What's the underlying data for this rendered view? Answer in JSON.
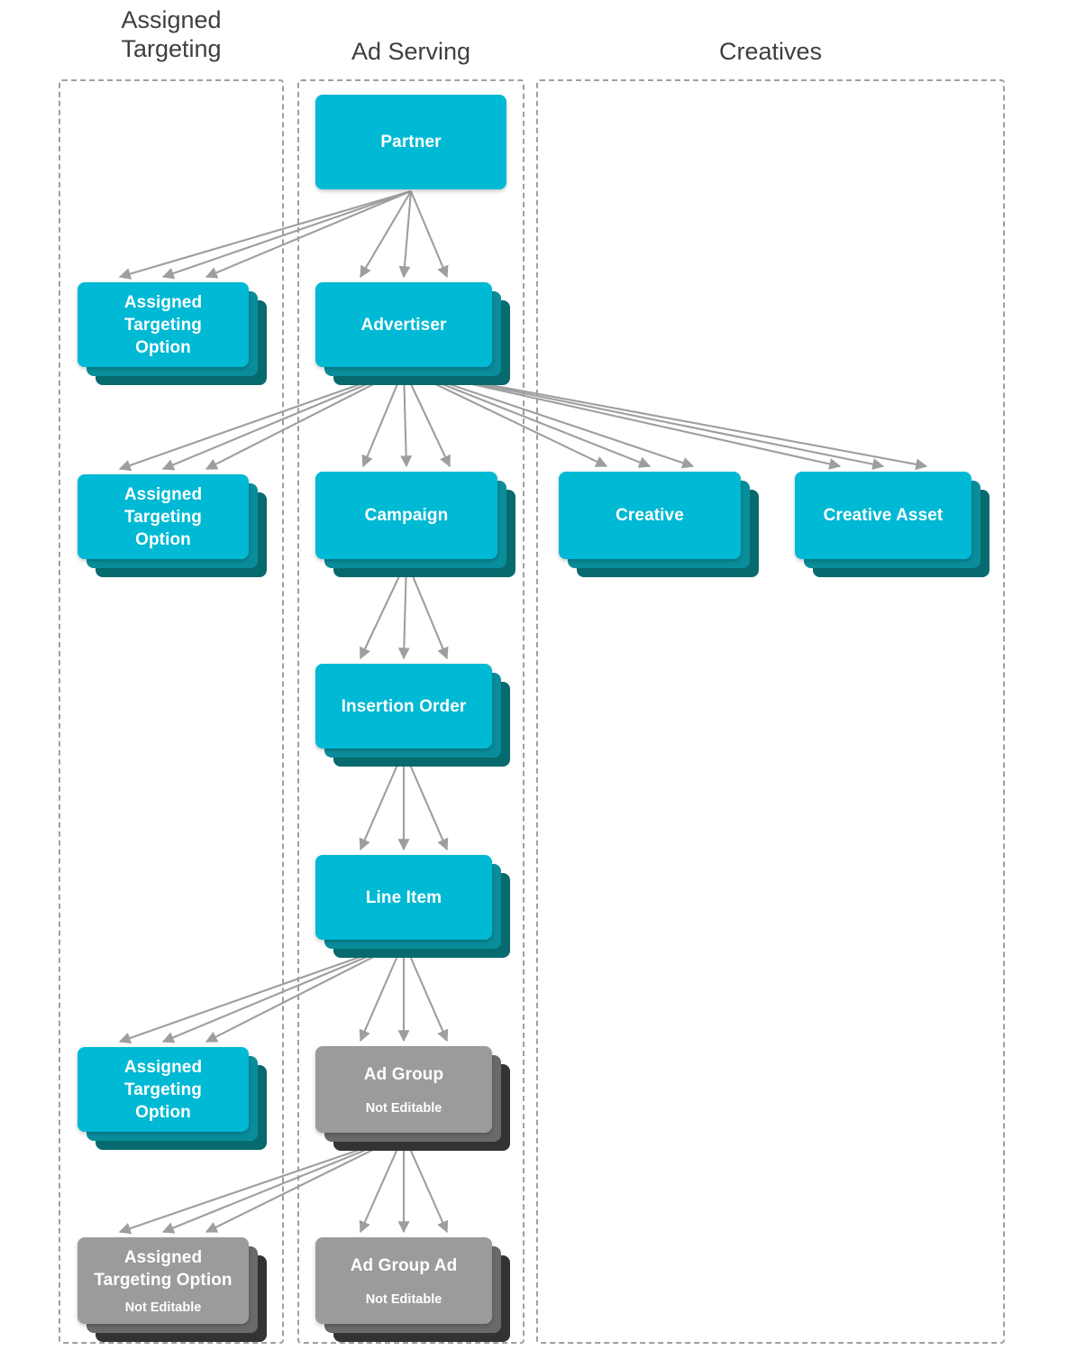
{
  "diagram": {
    "title_color": "#3c4043",
    "accent_cyan": "#00b9d4",
    "accent_teal_mid": "#0a8d9b",
    "accent_teal_dark": "#076a6e",
    "accent_gray": "#9b9b9b",
    "accent_gray_mid": "#6a6a6a",
    "accent_gray_dark": "#333333",
    "arrow_color": "#9e9e9e",
    "container_border_color": "#9aa0a6"
  },
  "columns": [
    {
      "id": "assigned-targeting",
      "label": "Assigned\nTargeting"
    },
    {
      "id": "ad-serving",
      "label": "Ad Serving"
    },
    {
      "id": "creatives",
      "label": "Creatives"
    }
  ],
  "nodes": [
    {
      "id": "partner",
      "title": "Partner",
      "subtitle": "",
      "column": "ad-serving",
      "style": "cyan",
      "stacked": false
    },
    {
      "id": "ato-partner",
      "title": "Assigned Targeting Option",
      "subtitle": "",
      "column": "assigned-targeting",
      "style": "cyan",
      "stacked": true
    },
    {
      "id": "advertiser",
      "title": "Advertiser",
      "subtitle": "",
      "column": "ad-serving",
      "style": "cyan",
      "stacked": true
    },
    {
      "id": "ato-advertiser",
      "title": "Assigned Targeting Option",
      "subtitle": "",
      "column": "assigned-targeting",
      "style": "cyan",
      "stacked": true
    },
    {
      "id": "campaign",
      "title": "Campaign",
      "subtitle": "",
      "column": "ad-serving",
      "style": "cyan",
      "stacked": true
    },
    {
      "id": "creative",
      "title": "Creative",
      "subtitle": "",
      "column": "creatives",
      "style": "cyan",
      "stacked": true
    },
    {
      "id": "creative-asset",
      "title": "Creative Asset",
      "subtitle": "",
      "column": "creatives",
      "style": "cyan",
      "stacked": true
    },
    {
      "id": "insertion-order",
      "title": "Insertion Order",
      "subtitle": "",
      "column": "ad-serving",
      "style": "cyan",
      "stacked": true
    },
    {
      "id": "line-item",
      "title": "Line Item",
      "subtitle": "",
      "column": "ad-serving",
      "style": "cyan",
      "stacked": true
    },
    {
      "id": "ato-line-item",
      "title": "Assigned Targeting Option",
      "subtitle": "",
      "column": "assigned-targeting",
      "style": "cyan",
      "stacked": true
    },
    {
      "id": "ad-group",
      "title": "Ad Group",
      "subtitle": "Not Editable",
      "column": "ad-serving",
      "style": "gray",
      "stacked": true
    },
    {
      "id": "ato-ad-group",
      "title": "Assigned Targeting Option",
      "subtitle": "Not Editable",
      "column": "assigned-targeting",
      "style": "gray",
      "stacked": true
    },
    {
      "id": "ad-group-ad",
      "title": "Ad Group Ad",
      "subtitle": "Not Editable",
      "column": "ad-serving",
      "style": "gray",
      "stacked": true
    }
  ],
  "node_labels": {
    "partner": "Partner",
    "advertiser": "Advertiser",
    "campaign": "Campaign",
    "insertion_order": "Insertion Order",
    "line_item": "Line Item",
    "ad_group": "Ad Group",
    "ad_group_ad": "Ad Group Ad",
    "creative": "Creative",
    "creative_asset": "Creative Asset",
    "assigned_targeting_option_l1": "Assigned",
    "assigned_targeting_option_l2": "Targeting",
    "assigned_targeting_option_l3": "Option",
    "ato_wide_l1": "Assigned",
    "ato_wide_l2": "Targeting Option",
    "not_editable": "Not Editable"
  },
  "edges": [
    {
      "from": "partner",
      "to": "ato-partner",
      "count": 3
    },
    {
      "from": "partner",
      "to": "advertiser",
      "count": 3
    },
    {
      "from": "advertiser",
      "to": "ato-advertiser",
      "count": 3
    },
    {
      "from": "advertiser",
      "to": "campaign",
      "count": 3
    },
    {
      "from": "advertiser",
      "to": "creative",
      "count": 3
    },
    {
      "from": "advertiser",
      "to": "creative-asset",
      "count": 3
    },
    {
      "from": "campaign",
      "to": "insertion-order",
      "count": 3
    },
    {
      "from": "insertion-order",
      "to": "line-item",
      "count": 3
    },
    {
      "from": "line-item",
      "to": "ato-line-item",
      "count": 3
    },
    {
      "from": "line-item",
      "to": "ad-group",
      "count": 3
    },
    {
      "from": "ad-group",
      "to": "ato-ad-group",
      "count": 3
    },
    {
      "from": "ad-group",
      "to": "ad-group-ad",
      "count": 3
    }
  ]
}
